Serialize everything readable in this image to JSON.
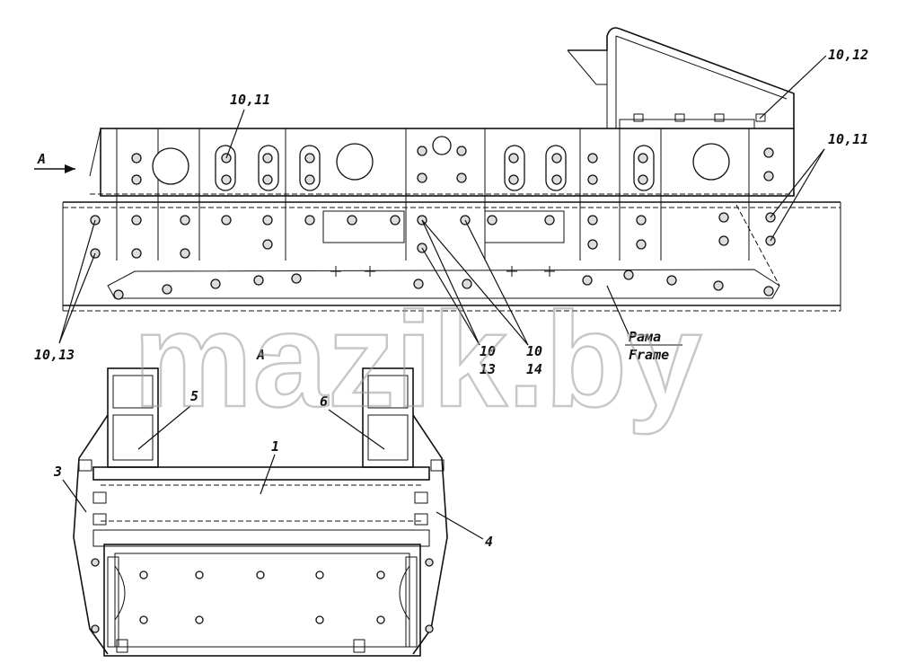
{
  "labels": {
    "view_arrow": "A",
    "view_title": "A",
    "c_10_11_left": "10,11",
    "c_10_12": "10,12",
    "c_10_11_right": "10,11",
    "c_10_13": "10,13",
    "c_10_13_stack_top": "10",
    "c_10_13_stack_bot": "13",
    "c_10_14_stack_top": "10",
    "c_10_14_stack_bot": "14",
    "frame_ru": "Рама",
    "frame_en": "Frame",
    "part_1": "1",
    "part_3": "3",
    "part_4": "4",
    "part_5": "5",
    "part_6": "6"
  },
  "watermark": "mazik.by",
  "colors": {
    "line": "#111111",
    "watermark": "#9a9a9a",
    "background": "#ffffff"
  }
}
